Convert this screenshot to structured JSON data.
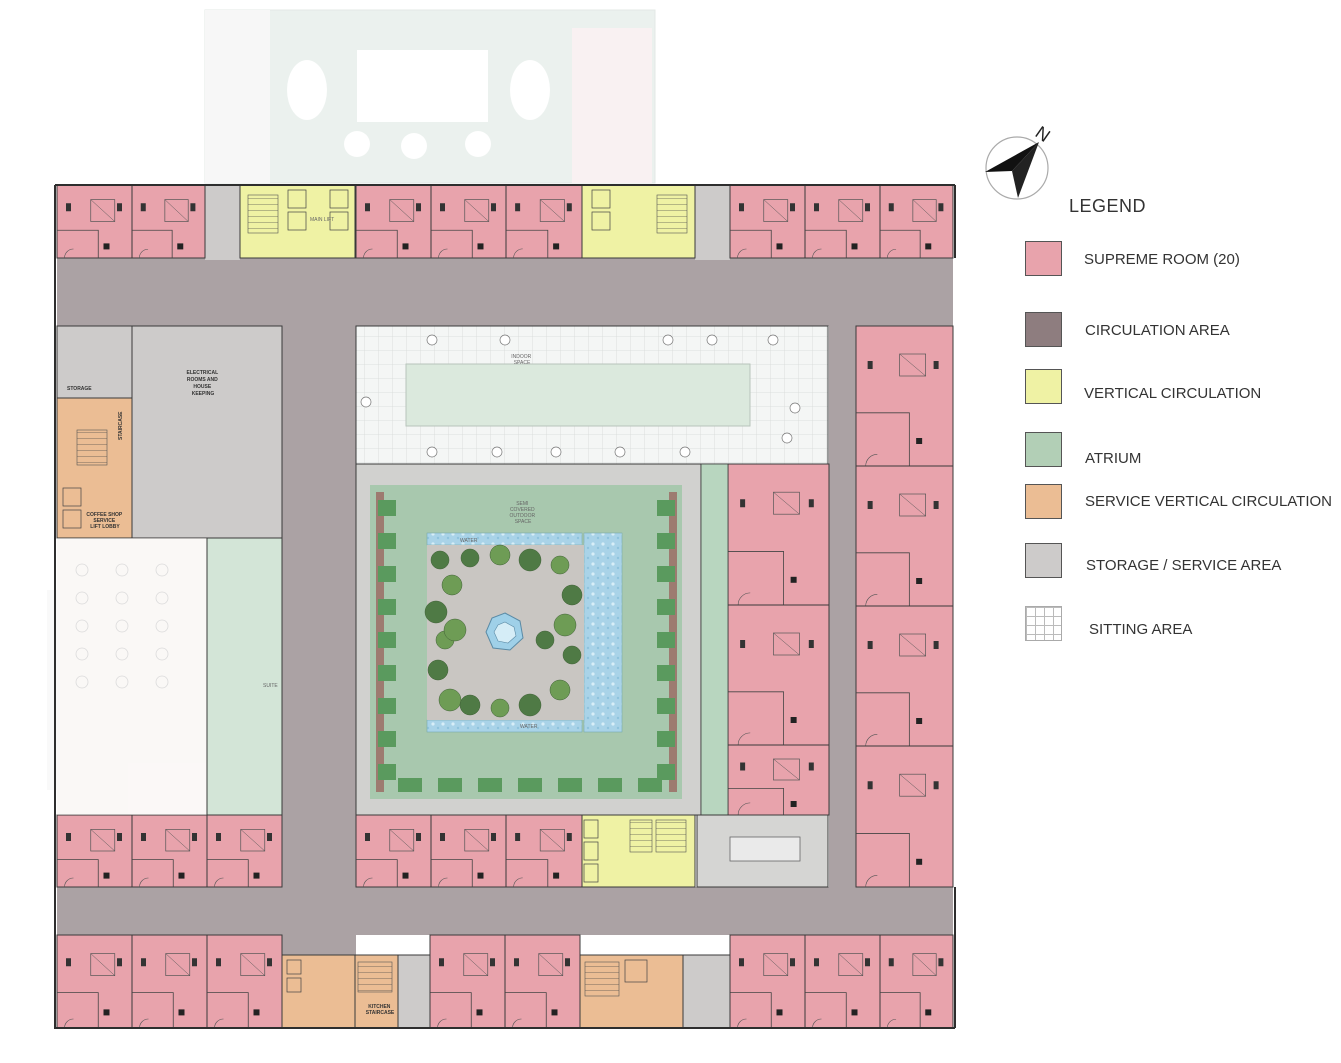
{
  "legend": {
    "title": "LEGEND",
    "items": [
      {
        "label": "SUPREME ROOM (20)",
        "color": "#e8a3ac",
        "pattern": "solid"
      },
      {
        "label": "CIRCULATION AREA",
        "color": "#8e7d7f",
        "pattern": "solid"
      },
      {
        "label": "VERTICAL CIRCULATION",
        "color": "#eff2a4",
        "pattern": "solid"
      },
      {
        "label": "ATRIUM",
        "color": "#b2cfb6",
        "pattern": "solid"
      },
      {
        "label": "SERVICE VERTICAL CIRCULATION",
        "color": "#ebbd94",
        "pattern": "solid"
      },
      {
        "label": "STORAGE / SERVICE AREA",
        "color": "#cdcbca",
        "pattern": "solid"
      },
      {
        "label": "SITTING AREA",
        "color": "#ffffff",
        "pattern": "grid"
      }
    ]
  },
  "north": {
    "label": "N"
  },
  "plan_labels": {
    "main_lift": "MAIN LIFT",
    "storage": "STORAGE",
    "electrical": [
      "ELECTRICAL",
      "ROOMS AND",
      "HOUSE",
      "KEEPING"
    ],
    "staircase": "STAIRCASE",
    "coffee_shop": [
      "COFFEE SHOP",
      "SERVICE",
      "LIFT LOBBY"
    ],
    "suite": "SUITE",
    "indoor_space": [
      "INDOOR",
      "SPACE"
    ],
    "semi_covered": [
      "SEMI",
      "COVERED",
      "OUTDOOR",
      "SPACE"
    ],
    "kitchen_staircase": [
      "KITCHEN",
      "STAIRCASE"
    ],
    "water_top": "WATER",
    "water_bottom": "WATER"
  },
  "colors": {
    "room": "#e8a3ac",
    "circulation": "#aba2a4",
    "vertical": "#eff2a4",
    "atrium": "#b2cfb6",
    "service": "#ebbd94",
    "storage": "#cdcbca",
    "wall": "#3a3a3a"
  }
}
